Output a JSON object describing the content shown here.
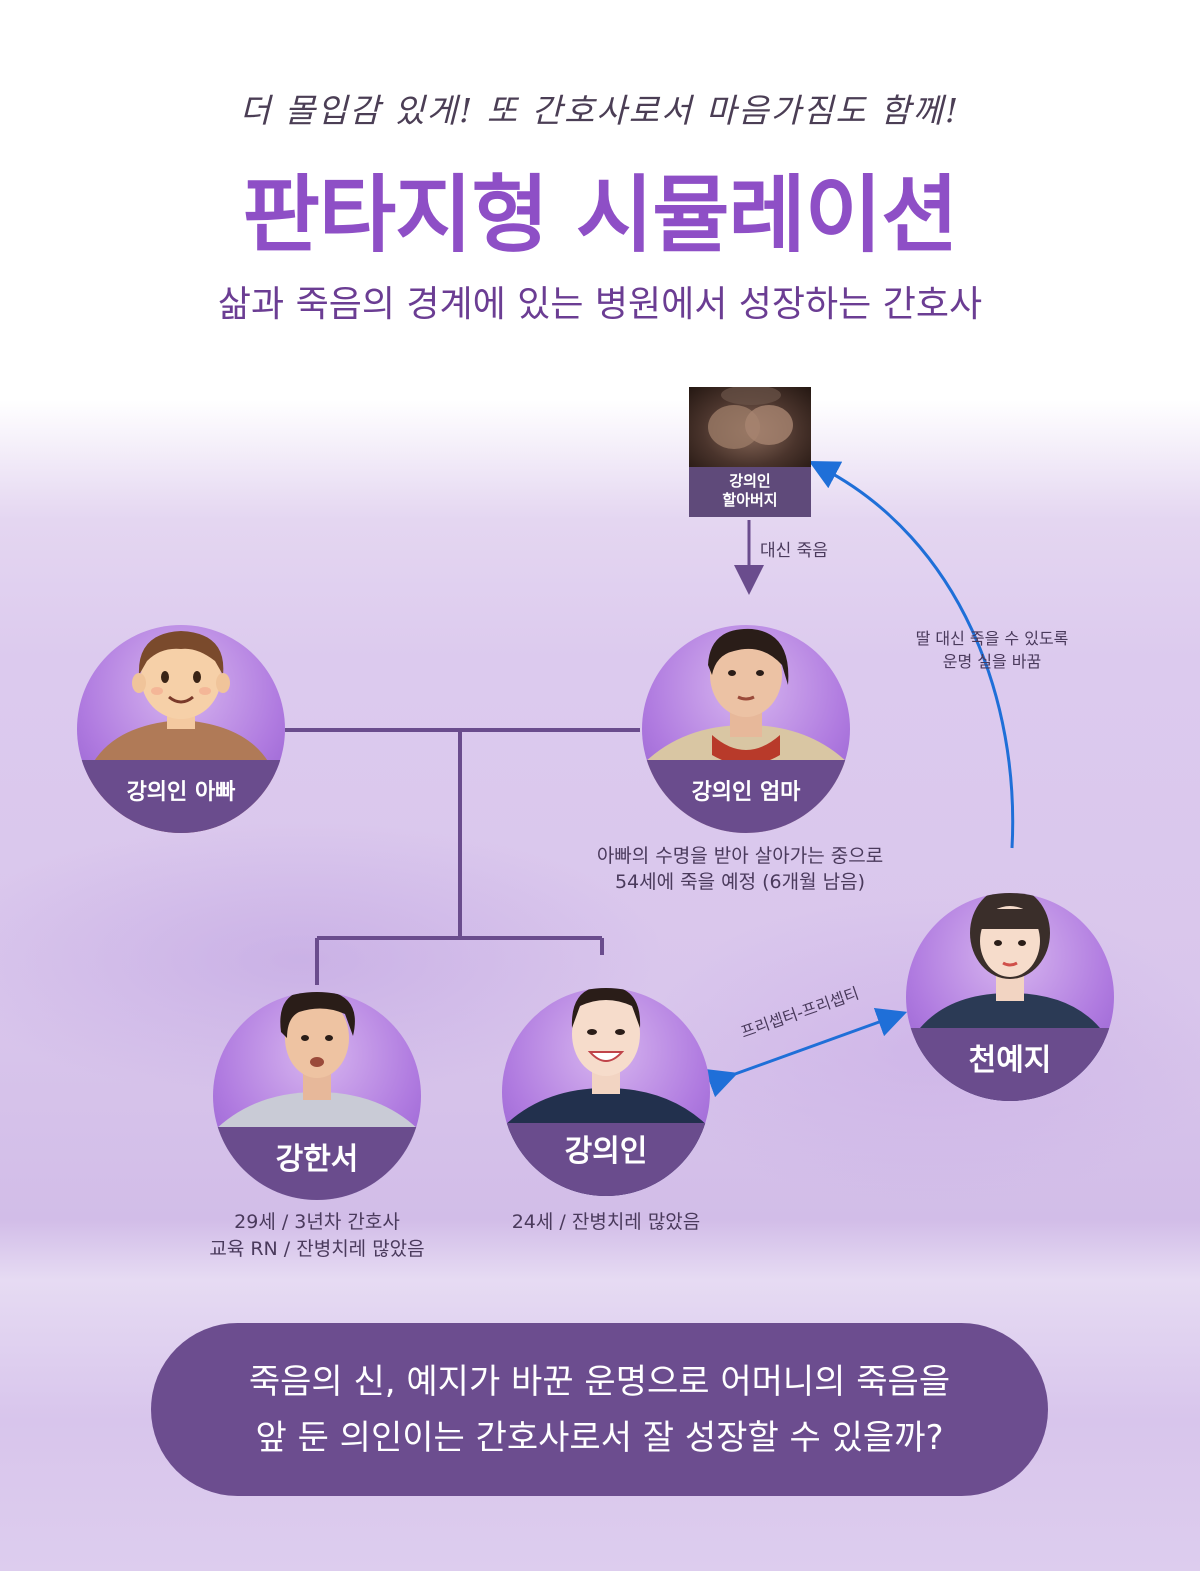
{
  "header": {
    "subhead": "더 몰입감 있게! 또 간호사로서 마음가짐도 함께!",
    "title": "판타지형 시뮬레이션",
    "tagline": "삶과 죽음의 경계에 있는 병원에서 성장하는 간호사"
  },
  "characters": {
    "grandfather": {
      "label_line1": "강의인",
      "label_line2": "할아버지"
    },
    "father": {
      "label": "강의인 아빠"
    },
    "mother": {
      "label": "강의인 엄마",
      "caption_line1": "아빠의 수명을 받아 살아가는 중으로",
      "caption_line2": "54세에 죽을 예정 (6개월 남음)"
    },
    "yeji": {
      "label": "천예지"
    },
    "hanseo": {
      "label": "강한서",
      "caption_line1": "29세 / 3년차 간호사",
      "caption_line2": "교육 RN / 잔병치레 많았음"
    },
    "uiin": {
      "label": "강의인",
      "caption_line1": "24세 / 잔병치레 많았음"
    }
  },
  "edges": {
    "grandfather_to_mother": "대신 죽음",
    "yeji_to_grandfather_line1": "딸 대신 죽을 수 있도록",
    "yeji_to_grandfather_line2": "운명 실을 바꿈",
    "preceptor": "프리셉터-프리셉티"
  },
  "question": {
    "line1": "죽음의 신, 예지가 바꾼 운명으로 어머니의 죽음을",
    "line2": "앞 둔 의인이는  간호사로서 잘 성장할 수 있을까?"
  },
  "colors": {
    "title": "#8e4fc6",
    "tagline": "#6b3d93",
    "label_band": "#6a4c8d",
    "family_line": "#6a4c8d",
    "arrow_blue": "#1f6fd8",
    "question_pill": "#6c4d8f"
  }
}
